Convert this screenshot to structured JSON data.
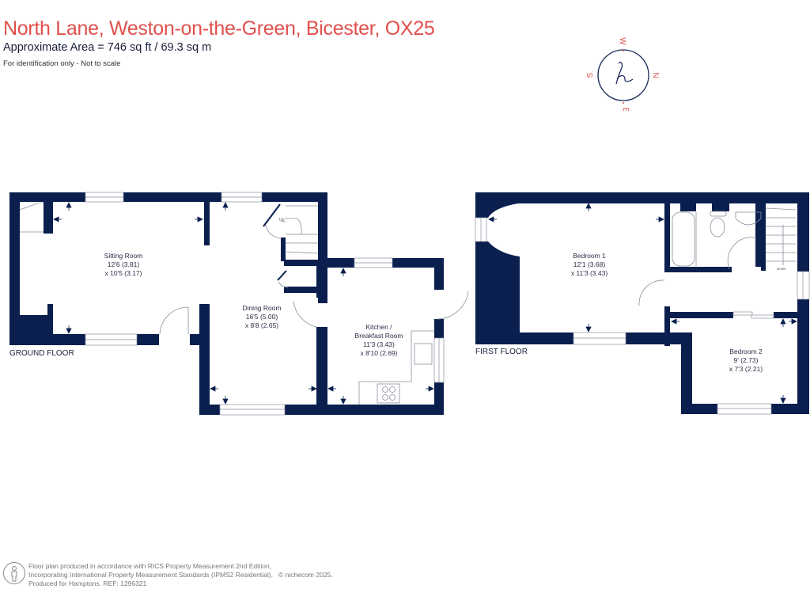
{
  "header": {
    "title": "North Lane, Weston-on-the-Green, Bicester, OX25",
    "area": "Approximate Area = 746 sq ft / 69.3 sq m",
    "note": "For identification only - Not to scale"
  },
  "compass": {
    "icon": "compass-logo-icon",
    "letters": {
      "top": "W",
      "right": "N",
      "bottom": "E",
      "left": "S"
    },
    "monogram": "h",
    "colors": {
      "ring": "#1b2a5a",
      "letters": "#e0504d"
    }
  },
  "colors": {
    "wall": "#0a1f4e",
    "title": "#e0504d",
    "fixture_line": "#8a8f9f"
  },
  "ground_floor": {
    "label": "GROUND FLOOR",
    "stairs_label": "Up",
    "rooms": [
      {
        "name": "Sitting Room",
        "dim1": "12'6 (3.81)",
        "dim2": "x 10'5 (3.17)"
      },
      {
        "name": "Dining Room",
        "dim1": "16'5 (5.00)",
        "dim2": "x 8'8 (2.65)"
      },
      {
        "name": "Kitchen /",
        "name2": "Breakfast Room",
        "dim1": "11'3 (3.43)",
        "dim2": "x 8'10 (2.69)"
      }
    ]
  },
  "first_floor": {
    "label": "FIRST FLOOR",
    "stairs_label": "Down",
    "rooms": [
      {
        "name": "Bedroom 1",
        "dim1": "12'1 (3.68)",
        "dim2": "x 11'3 (3.43)"
      },
      {
        "name": "Bedroom 2",
        "dim1": "9' (2.73)",
        "dim2": "x 7'3 (2.21)"
      }
    ]
  },
  "footer": {
    "icon": "person-info-icon",
    "line1": "Floor plan produced in accordance with RICS Property Measurement 2nd Edition,",
    "line2": "Incorporating International Property Measurement Standards (IPMS2 Residential).",
    "line3": "Produced for Hamptons.   REF:  1296321",
    "copyright": "© nichecom 2025."
  }
}
